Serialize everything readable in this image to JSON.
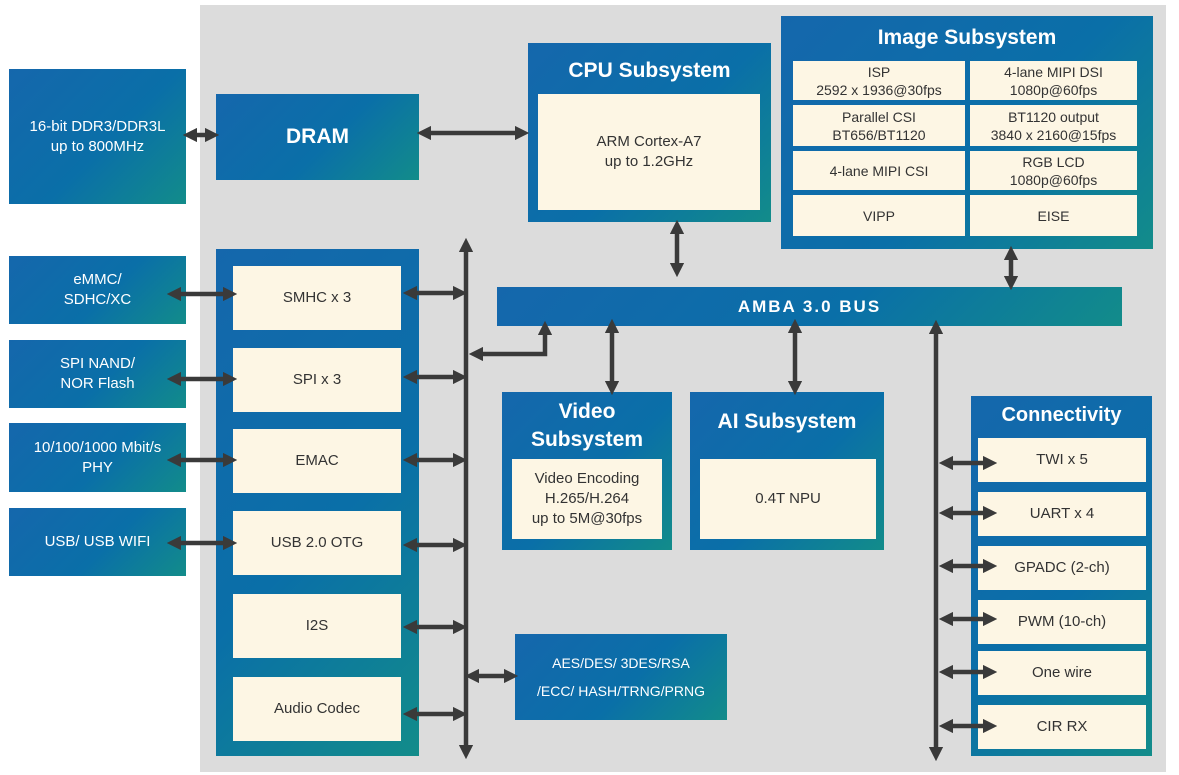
{
  "external": {
    "ddr": "16-bit DDR3/DDR3L\nup to 800MHz",
    "emmc": "eMMC/\nSDHC/XC",
    "spi_nand": "SPI NAND/\nNOR Flash",
    "phy": "10/100/1000 Mbit/s\nPHY",
    "usb": "USB/ USB WIFI"
  },
  "dram": "DRAM",
  "cpu": {
    "title": "CPU Subsystem",
    "core": "ARM Cortex-A7\nup to 1.2GHz"
  },
  "image": {
    "title": "Image Subsystem",
    "cells": [
      "ISP\n2592 x 1936@30fps",
      "4-lane MIPI DSI\n1080p@60fps",
      "Parallel CSI\nBT656/BT1120",
      "BT1120 output\n3840 x 2160@15fps",
      "4-lane MIPI CSI",
      "RGB LCD\n1080p@60fps",
      "VIPP",
      "EISE"
    ]
  },
  "bus": "AMBA 3.0 BUS",
  "peripherals": [
    "SMHC x 3",
    "SPI x 3",
    "EMAC",
    "USB 2.0 OTG",
    "I2S",
    "Audio Codec"
  ],
  "video": {
    "title": "Video\nSubsystem",
    "content": "Video Encoding\nH.265/H.264\nup to 5M@30fps"
  },
  "ai": {
    "title": "AI Subsystem",
    "content": "0.4T NPU"
  },
  "crypto": "AES/DES/ 3DES/RSA\n/ECC/ HASH/TRNG/PRNG",
  "connectivity": {
    "title": "Connectivity",
    "items": [
      "TWI x 5",
      "UART x 4",
      "GPADC (2-ch)",
      "PWM (10-ch)",
      "One wire",
      "CIR RX"
    ]
  },
  "colors": {
    "block": "#0d6aa8",
    "cream": "#fdf6e4",
    "arrow": "#3a3a3a",
    "background": "#dcdcdc"
  }
}
